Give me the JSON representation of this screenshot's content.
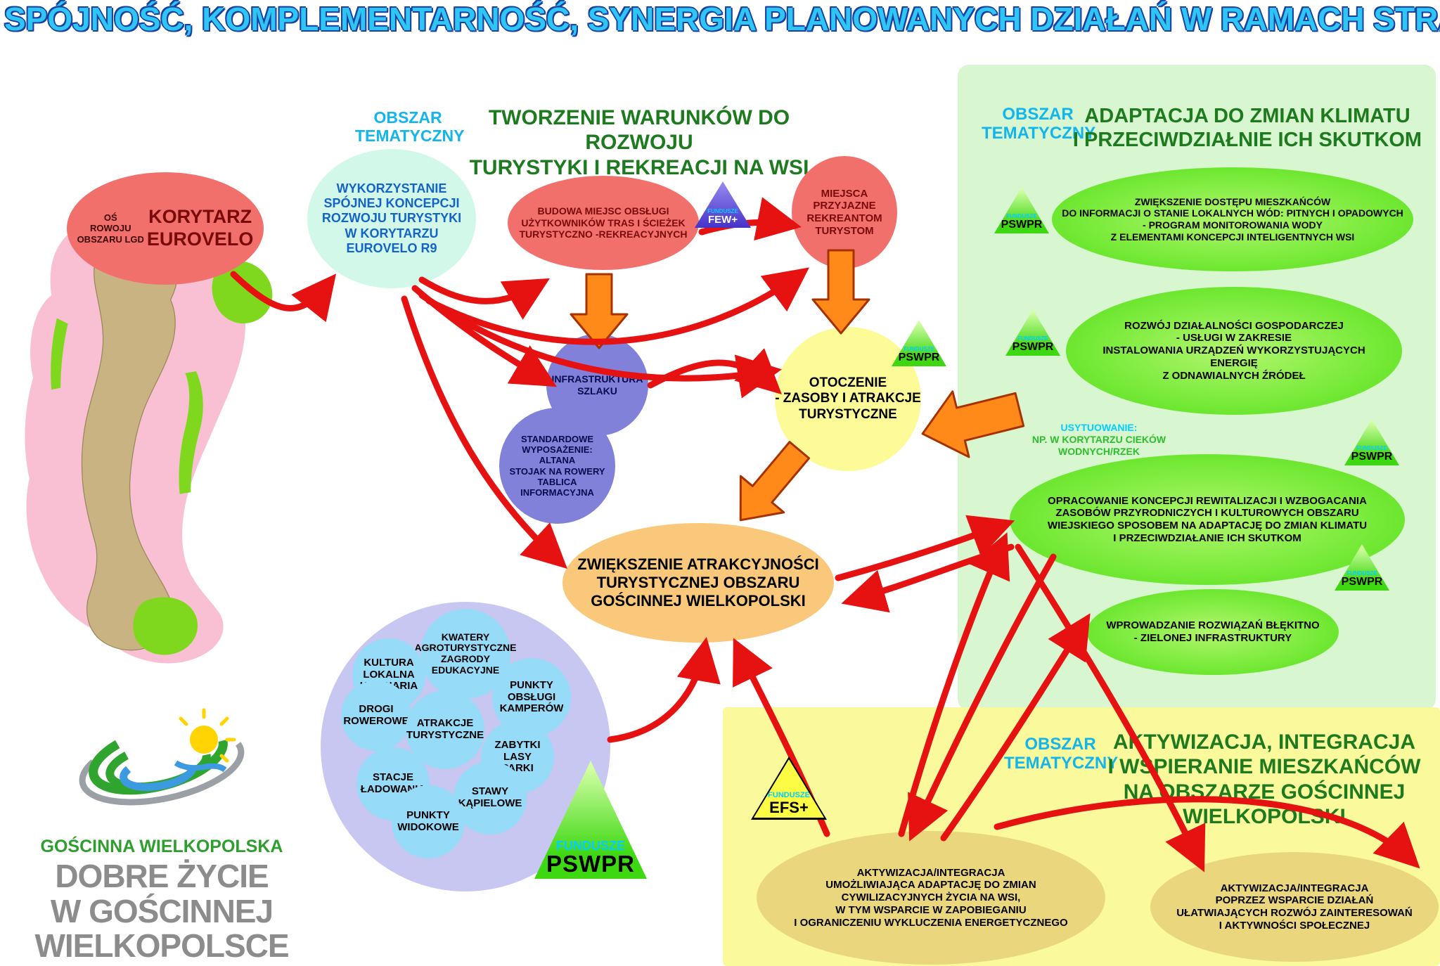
{
  "title": "SPÓJNOŚĆ, KOMPLEMENTARNOŚĆ, SYNERGIA PLANOWANYCH DZIAŁAŃ W RAMACH STRATEGII",
  "colors": {
    "title_cyan": "#2EC6F4",
    "label_cyan": "#12B6EC",
    "heading_green": "#1E7A1E",
    "arrow_red": "#E61212",
    "block_arrow_orange": "#FF8A1A",
    "panel_green": "#D8F6CF",
    "panel_yellow": "#FAFA9C",
    "salmon_node": "#F2706C",
    "mint_node": "#D2F8EA",
    "purple_node": "#8181DA",
    "yellow_node": "#FDFB97",
    "orange_node": "#F9C87A",
    "lavender_cluster": "#C7C7F1",
    "blue_attraction": "#96DBF8",
    "green_ellipse": "#56E01A",
    "khaki_ellipse": "#EAD67C"
  },
  "korytarz": {
    "prefix": "OŚ\nROWOJU\nOBSZARU LGD",
    "label": "KORYTARZ\nEUROVELO"
  },
  "tourism": {
    "obszar": "OBSZAR\nTEMATYCZNY",
    "heading": "TWORZENIE WARUNKÓW DO ROZWOJU\nTURYSTYKI I REKREACJI NA WSI",
    "wykorzystanie": "WYKORZYSTANIE\nSPÓJNEJ KONCEPCJI\nROZWOJU TURYSTYKI\nW KORYTARZU\nEUROVELO R9",
    "budowa": "BUDOWA MIEJSC OBSŁUGI\nUŻYTKOWNIKÓW TRAS I ŚCIEŻEK\nTURYSTYCZNO -REKREACYJNYCH",
    "miejsca": "MIEJSCA\nPRZYJAZNE\nREKREANTOM\nTURYSTOM",
    "infrastruktura": "INFRASTRUKTURA\nSZLAKU",
    "standardowe": "STANDARDOWE\nWYPOSAŻENIE:\nALTANA\nSTOJAK NA ROWERY\nTABLICA\nINFORMACYJNA",
    "otoczenie": "OTOCZENIE\n- ZASOBY I ATRAKCJE\nTURYSTYCZNE",
    "zwiekszenie": "ZWIĘKSZENIE ATRAKCYJNOŚCI\nTURYSTYCZNEJ OBSZARU\nGOŚCINNEJ WIELKOPOLSKI"
  },
  "attractions": [
    "KWATERY\nAGROTURYSTYCZNE\nZAGRODY\nEDUKACYJNE",
    "KULTURA\nLOKALNA\nKULINARIA",
    "PUNKTY\nOBSŁUGI\nKAMPERÓW",
    "DROGI\nROWEROWE",
    "ATRAKCJE\nTURYSTYCZNE",
    "ZABYTKI\nLASY\nPARKI",
    "STACJE\nŁADOWANIA",
    "STAWY\nKĄPIELOWE",
    "PUNKTY\nWIDOKOWE"
  ],
  "funds": {
    "fundusze": "FUNDUSZE",
    "pswpr": "PSWPR",
    "few": "FEW+",
    "efs": "EFS+"
  },
  "climate": {
    "obszar": "OBSZAR\nTEMATYCZNY",
    "heading": "ADAPTACJA DO ZMIAN KLIMATU\nI PRZECIWDZIAŁNIE ICH SKUTKOM",
    "e1": "ZWIĘKSZENIE DOSTĘPU  MIESZKAŃCÓW\nDO INFORMACJI O STANIE  LOKALNYCH WÓD: PITNYCH I OPADOWYCH\n- PROGRAM  MONITOROWANIA WODY\nZ ELEMENTAMI KONCEPCJI INTELIGENTNYCH WSI",
    "e2": "ROZWÓJ DZIAŁALNOŚCI GOSPODARCZEJ\n- USŁUGI W ZAKRESIE\nINSTALOWANIA URZĄDZEŃ WYKORZYSTUJĄCYCH\nENERGIĘ\nZ ODNAWIALNYCH ŹRÓDEŁ",
    "usytuowanie_label": "USYTUOWANIE:",
    "usytuowanie_text": "NP. W KORYTARZU CIEKÓW\nWODNYCH/RZEK",
    "e3": "OPRACOWANIE KONCEPCJI REWITALIZACJI I WZBOGACANIA\nZASOBÓW PRZYRODNICZYCH I KULTUROWYCH OBSZARU\nWIEJSKIEGO SPOSOBEM NA  ADAPTACJĘ DO ZMIAN KLIMATU\nI PRZECIWDZIAŁANIE ICH SKUTKOM",
    "e4": "WPROWADZANIE ROZWIĄZAŃ BŁĘKITNO\n- ZIELONEJ INFRASTRUKTURY"
  },
  "activation": {
    "obszar": "OBSZAR\nTEMATYCZNY",
    "heading": "AKTYWIZACJA, INTEGRACJA\nI WSPIERANIE MIESZKAŃCÓW\nNA OBSZARZE GOŚCINNEJ WIELKOPOLSKI",
    "e1": "AKTYWIZACJA/INTEGRACJA\nUMOŻLIWIAJĄCA ADAPTACJĘ DO ZMIAN\nCYWILIZACYJNYCH ŻYCIA NA WSI,\nW TYM WSPARCIE W ZAPOBIEGANIU\nI OGRANICZENIU WYKLUCZENIA ENERGETYCZNEGO",
    "e2": "AKTYWIZACJA/INTEGRACJA\nPOPRZEZ WSPARCIE DZIAŁAŃ\nUŁATWIAJĄCYCH ROZWÓJ ZAINTERESOWAŃ\nI AKTYWNOŚCI SPOŁECZNEJ"
  },
  "logo": {
    "name": "GOŚCINNA WIELKOPOLSKA",
    "tagline": "DOBRE ŻYCIE\nW GOŚCINNEJ\nWIELKOPOLSCE"
  }
}
